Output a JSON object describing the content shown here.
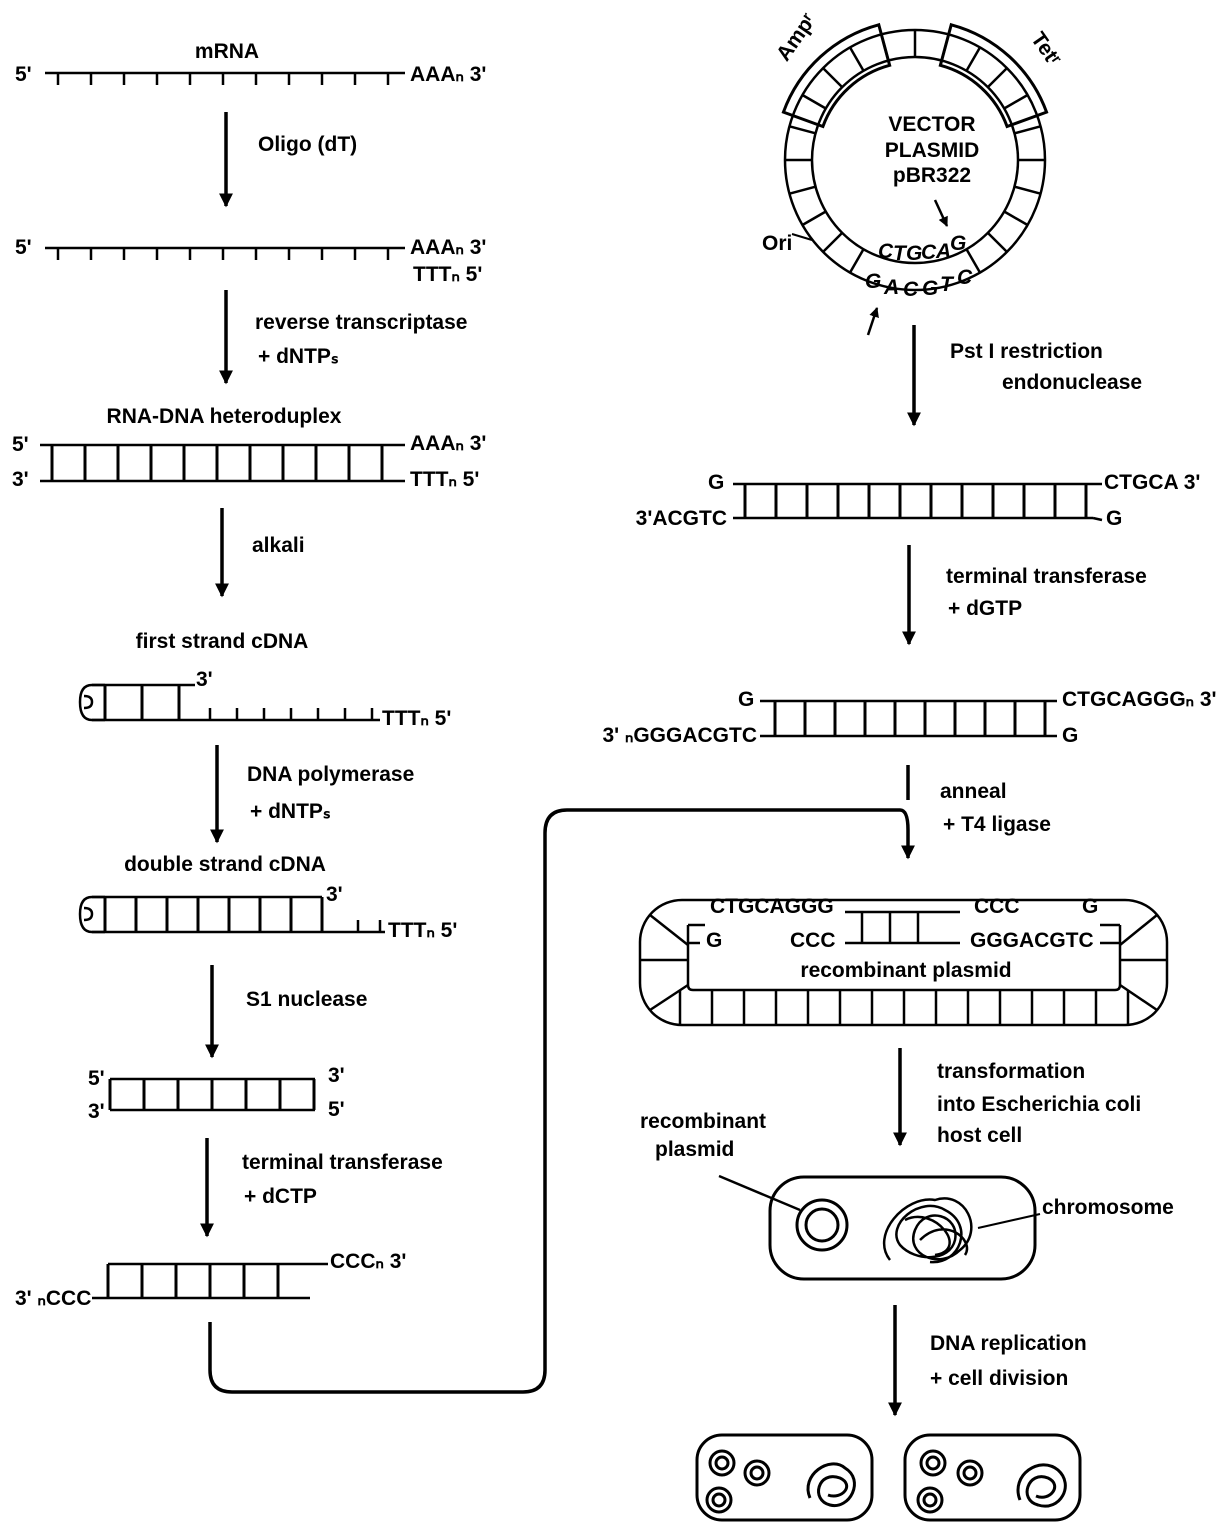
{
  "left": {
    "mrna": {
      "title": "mRNA",
      "five": "5'",
      "end": "AAAₙ 3'"
    },
    "oligo_step": "Oligo   (dT)",
    "primed": {
      "five": "5'",
      "end_top": "AAAₙ 3'",
      "end_bottom": "TTTₙ 5'"
    },
    "rt_step": [
      "reverse transcriptase",
      "+ dNTPₛ"
    ],
    "heteroduplex": {
      "title": "RNA-DNA heteroduplex",
      "five": "5'",
      "three": "3'",
      "end_top": "AAAₙ 3'",
      "end_bottom": "TTTₙ 5'"
    },
    "alkali_step": "alkali",
    "first_strand": {
      "title": "first strand cDNA",
      "three": "3'",
      "end": "TTTₙ 5'"
    },
    "pol_step": [
      "DNA polymerase",
      "+ dNTPₛ"
    ],
    "double_strand": {
      "title": "double strand cDNA",
      "three": "3'",
      "end": "TTTₙ 5'"
    },
    "s1_step": "S1 nuclease",
    "blunt": {
      "tl": "5'",
      "bl": "3'",
      "tr": "3'",
      "br": "5'"
    },
    "tdt_step": [
      "terminal transferase",
      "+ dCTP"
    ],
    "tailed": {
      "left": "3' ₙCCC",
      "right": "CCCₙ 3'"
    }
  },
  "right": {
    "plasmid": {
      "amp": "Ampʳ",
      "tet": "Tetʳ",
      "name": [
        "VECTOR",
        "PLASMID",
        "pBR322"
      ],
      "ori": "Ori",
      "top_seq": [
        "C",
        "T",
        "G",
        "C",
        "A",
        "G"
      ],
      "bottom_seq": [
        "G",
        "A",
        "C",
        "G",
        "T",
        "C"
      ]
    },
    "pst_step": [
      "Pst I  restriction",
      "endonuclease"
    ],
    "cut": {
      "g_top": "G",
      "right_top": "CTGCA 3'",
      "left_bottom": "3'ACGTC",
      "g_bottom": "G"
    },
    "tdt_step": [
      "terminal transferase",
      "+ dGTP"
    ],
    "gtailed": {
      "g_top": "G",
      "right_top": "CTGCAGGGₙ 3'",
      "left_bottom": "3' ₙGGGACGTC",
      "g_bottom": "G"
    },
    "anneal_step": [
      "anneal",
      "+ T4 ligase"
    ],
    "recombinant": {
      "ctgcaggg": "CTGCAGGG",
      "g_left": "G",
      "ccc_top": "CCC",
      "g_right": "G",
      "ccc_bottom": "CCC",
      "gggacgtc": "GGGACGTC",
      "caption": "recombinant plasmid"
    },
    "transform_step": [
      "transformation",
      "into Escherichia coli",
      "host cell"
    ],
    "cell": {
      "plasmid_label": [
        "recombinant",
        "plasmid"
      ],
      "chromosome_label": "chromosome"
    },
    "replicate_step": [
      "DNA replication",
      "+ cell division"
    ]
  }
}
